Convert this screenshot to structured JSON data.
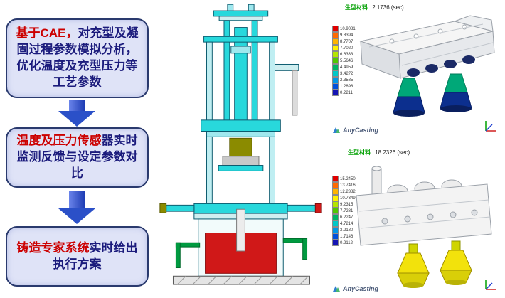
{
  "colors": {
    "flow_highlight": "#cc0000",
    "flow_body": "#1b1b7c",
    "flow_box_bg": "#dfe3f7",
    "flow_box_border": "#2a3a6e",
    "arrow_blue": "#2b50c8",
    "sim_title_green": "#00a000",
    "crucible_red": "#d01818",
    "machine_cyan": "#28d8dc"
  },
  "flow": {
    "boxes": [
      {
        "highlight": "基于CAE，",
        "rest": "对充型及凝固过程参数模拟分析，优化温度及充型压力等工艺参数"
      },
      {
        "highlight": "温度及压力传感",
        "rest": "器实时监测反馈与设定参数对比"
      },
      {
        "highlight": "铸造专家系统",
        "rest": "实时给出执行方案"
      }
    ]
  },
  "legend_colors": [
    "#e00000",
    "#ff6a00",
    "#ffb400",
    "#fff000",
    "#b4e600",
    "#50c800",
    "#00b464",
    "#00c8c8",
    "#0096e6",
    "#0050dc",
    "#1414b4"
  ],
  "sim_top": {
    "material_label": "生型材料",
    "time_value": "2.1736 (sec)",
    "legend_values": [
      "10.9081",
      "9.8394",
      "8.7707",
      "7.7020",
      "6.6333",
      "5.5646",
      "4.4959",
      "3.4272",
      "2.3585",
      "1.2898",
      "0.2211"
    ],
    "brand": "AnyCasting"
  },
  "sim_bottom": {
    "material_label": "生型材料",
    "time_value": "18.2326 (sec)",
    "legend_values": [
      "15.2450",
      "13.7416",
      "12.2382",
      "10.7349",
      "9.2315",
      "7.7281",
      "6.2247",
      "4.7214",
      "3.2180",
      "1.7146",
      "0.2112"
    ],
    "brand": "AnyCasting"
  }
}
